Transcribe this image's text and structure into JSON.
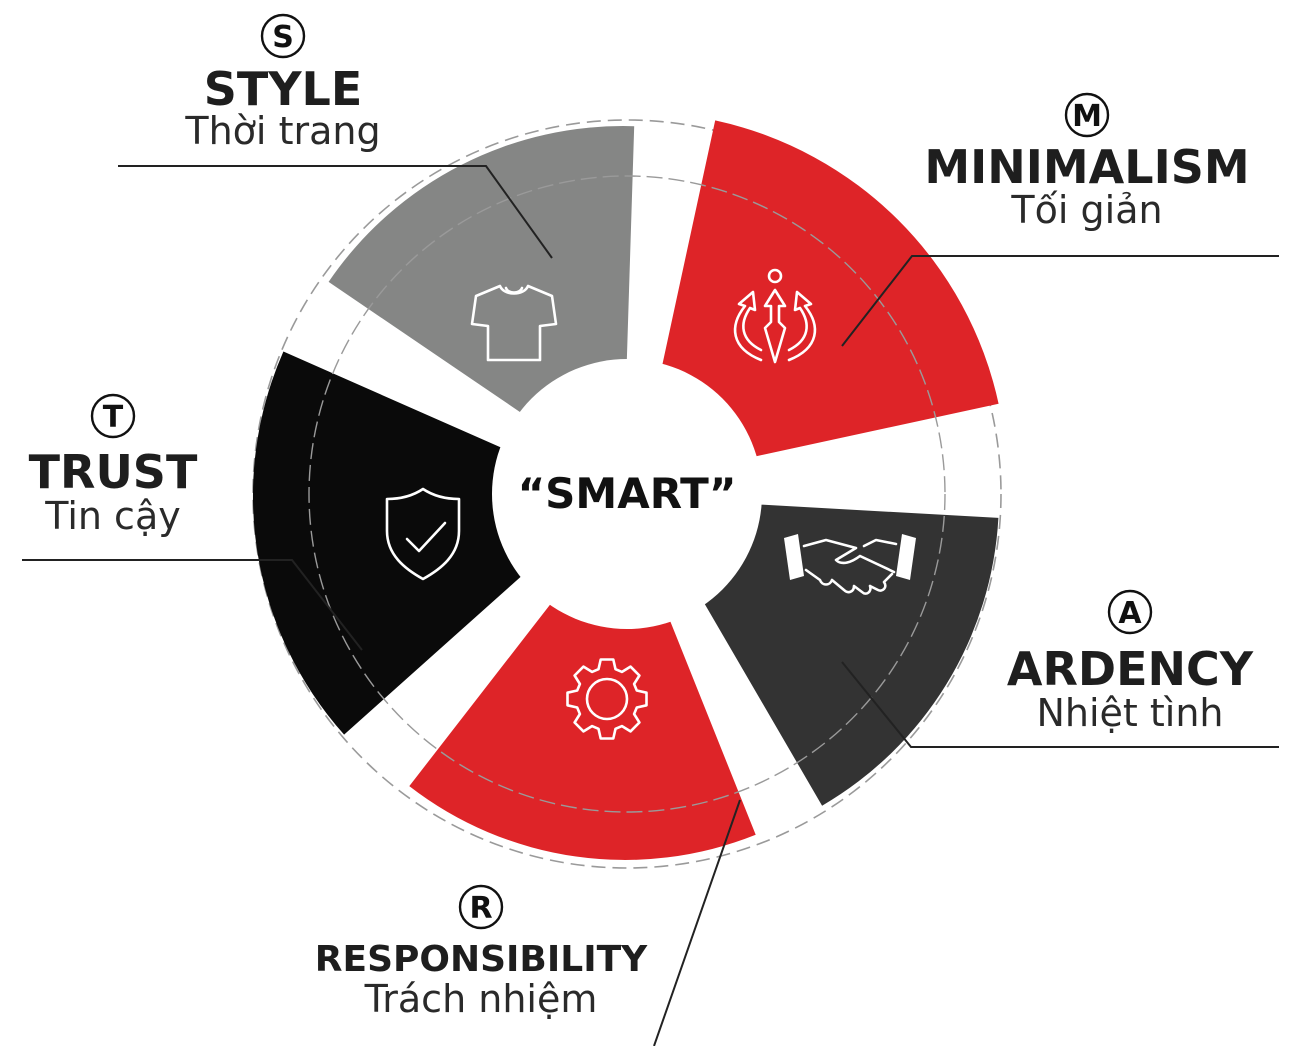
{
  "center": {
    "label": "“SMART”"
  },
  "colors": {
    "style": "#858685",
    "minimalism": "#de2428",
    "ardency": "#333333",
    "responsibility": "#de2428",
    "trust": "#0a0a0a",
    "center_bg": "#ffffff",
    "ring": "#9a9a9a"
  },
  "pillars": {
    "style": {
      "letter": "S",
      "title": "STYLE",
      "subtitle": "Thời trang",
      "icon": "t-shirt-icon"
    },
    "minimalism": {
      "letter": "M",
      "title": "MINIMALISM",
      "subtitle": "Tối giản",
      "icon": "arrows-up-icon"
    },
    "ardency": {
      "letter": "A",
      "title": "ARDENCY",
      "subtitle": "Nhiệt tình",
      "icon": "handshake-icon"
    },
    "responsibility": {
      "letter": "R",
      "title": "RESPONSIBILITY",
      "subtitle": "Trách nhiệm",
      "icon": "gear-icon"
    },
    "trust": {
      "letter": "T",
      "title": "TRUST",
      "subtitle": "Tin cậy",
      "icon": "shield-check-icon"
    }
  }
}
